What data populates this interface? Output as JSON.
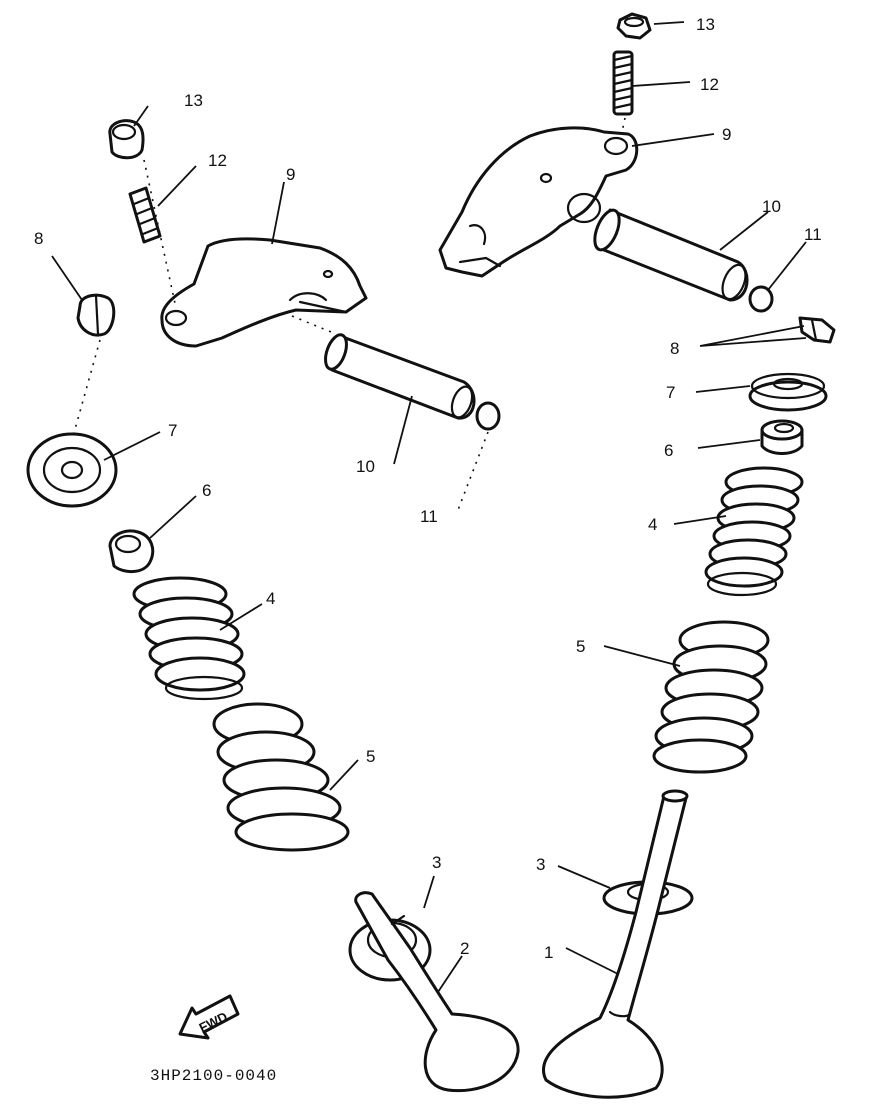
{
  "callouts": {
    "c1": "1",
    "c2": "2",
    "c3_left": "3",
    "c3_right": "3",
    "c4_left": "4",
    "c4_right": "4",
    "c5_left": "5",
    "c5_right": "5",
    "c6_left": "6",
    "c6_right": "6",
    "c7_left": "7",
    "c7_right": "7",
    "c8_left": "8",
    "c8_right": "8",
    "c9_left": "9",
    "c9_right": "9",
    "c10_left": "10",
    "c10_right": "10",
    "c11_left": "11",
    "c11_right": "11",
    "c12_left": "12",
    "c12_right": "12",
    "c13_left": "13",
    "c13_right": "13"
  },
  "fwd_label": "FWD",
  "diagram_code": "3HP2100-0040"
}
